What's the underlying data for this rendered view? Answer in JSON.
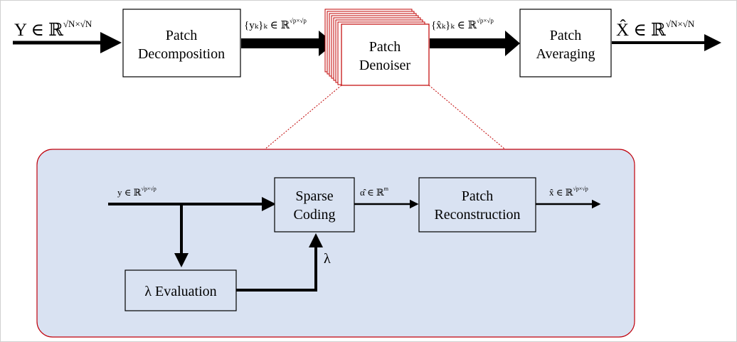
{
  "top": {
    "input_label": "Y ∈ ℝ",
    "input_sup": "√N×√N",
    "decomp_line1": "Patch",
    "decomp_line2": "Decomposition",
    "yk_label": "{yₖ}ₖ ∈ ℝ",
    "yk_sup": "√p×√p",
    "denoiser_line1": "Patch",
    "denoiser_line2": "Denoiser",
    "xk_label": "{x̂ₖ}ₖ ∈ ℝ",
    "xk_sup": "√p×√p",
    "averaging_line1": "Patch",
    "averaging_line2": "Averaging",
    "output_label": "X̂ ∈ ℝ",
    "output_sup": "√N×√N"
  },
  "detail": {
    "y_label": "y ∈ ℝ",
    "y_sup": "√p×√p",
    "sparse_line1": "Sparse",
    "sparse_line2": "Coding",
    "alpha_label": "α̂ ∈ ℝ",
    "alpha_sup": "m",
    "recon_line1": "Patch",
    "recon_line2": "Reconstruction",
    "xhat_label": "x̂ ∈ ℝ",
    "xhat_sup": "√p×√p",
    "lambda_label": "λ",
    "lambda_eval": "λ Evaluation"
  },
  "colors": {
    "panel_fill": "#d9e2f2",
    "panel_stroke": "#c0000b",
    "denoiser_stroke": "#c00000",
    "zoom_line": "#c00000"
  }
}
